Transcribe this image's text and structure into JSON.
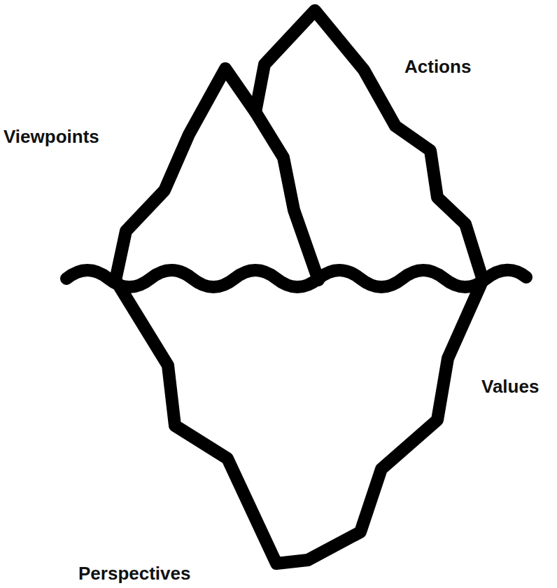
{
  "diagram": {
    "labels": [
      "Actions",
      "Viewpoints",
      "Values",
      "Perspectives"
    ]
  }
}
